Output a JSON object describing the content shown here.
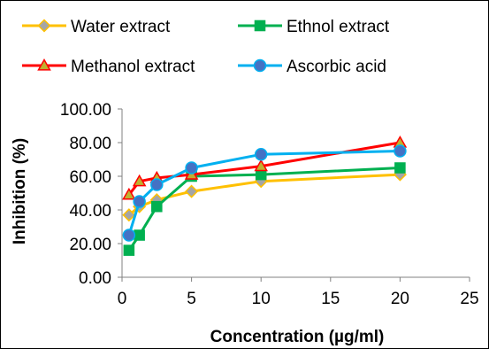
{
  "chart_data": {
    "type": "line",
    "title": "",
    "xlabel": "Concentration (µg/ml)",
    "ylabel": "Inhibition (%)",
    "xlim": [
      0,
      25
    ],
    "ylim": [
      0,
      100
    ],
    "x_ticks": [
      0,
      5,
      10,
      15,
      20,
      25
    ],
    "x_tick_labels": [
      "0",
      "5",
      "10",
      "15",
      "20",
      "25"
    ],
    "y_ticks": [
      0,
      20,
      40,
      60,
      80,
      100
    ],
    "y_tick_labels": [
      "0.00",
      "20.00",
      "40.00",
      "60.00",
      "80.00",
      "100.00"
    ],
    "grid": false,
    "legend_position": "top",
    "x": [
      0.5,
      1.25,
      2.5,
      5,
      10,
      20
    ],
    "series": [
      {
        "name": "Water extract",
        "color": "#FFC000",
        "marker": "diamond",
        "marker_fill": "#A5A5A5",
        "marker_stroke": "#FFC000",
        "values": [
          37,
          42,
          46,
          51,
          57,
          61
        ]
      },
      {
        "name": "Ethnol extract",
        "color": "#00B050",
        "marker": "square",
        "marker_fill": "#00B050",
        "marker_stroke": "#00B050",
        "values": [
          16,
          25,
          42,
          60,
          61,
          65
        ]
      },
      {
        "name": "Methanol extract",
        "color": "#FF0000",
        "marker": "triangle",
        "marker_fill": "#C0B030",
        "marker_stroke": "#FF0000",
        "values": [
          49,
          57,
          59,
          61,
          66,
          80
        ]
      },
      {
        "name": "Ascorbic acid",
        "color": "#00B0F0",
        "marker": "circle",
        "marker_fill": "#4472C4",
        "marker_stroke": "#00B0F0",
        "values": [
          25,
          45,
          55,
          65,
          73,
          75
        ]
      }
    ]
  }
}
